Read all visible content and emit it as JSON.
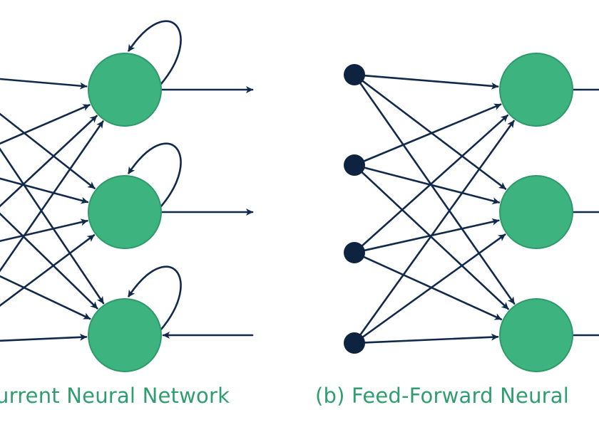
{
  "captions": {
    "left": "urrent Neural Network",
    "right": "(b) Feed-Forward Neural"
  },
  "colors": {
    "node_fill": "#3db37f",
    "node_stroke": "#2e9a6a",
    "edge": "#11294a",
    "input_node": "#0e2340",
    "caption_text": "#2f9e6e",
    "background": "#ffffff"
  },
  "icons": {
    "self_loop": "self-loop-arrow-icon",
    "edge": "arrow-icon"
  },
  "diagrams": [
    {
      "name": "recurrent-network",
      "input_nodes": 4,
      "hidden_nodes": 3,
      "connectivity": "all-to-all",
      "self_loops": [
        true,
        true,
        true
      ],
      "output_directions": [
        "out",
        "out",
        "in"
      ]
    },
    {
      "name": "feed-forward-network",
      "input_nodes": 4,
      "hidden_nodes": 3,
      "connectivity": "all-to-all",
      "self_loops": [
        false,
        false,
        false
      ],
      "output_directions": [
        "out",
        "out",
        "out"
      ]
    }
  ]
}
